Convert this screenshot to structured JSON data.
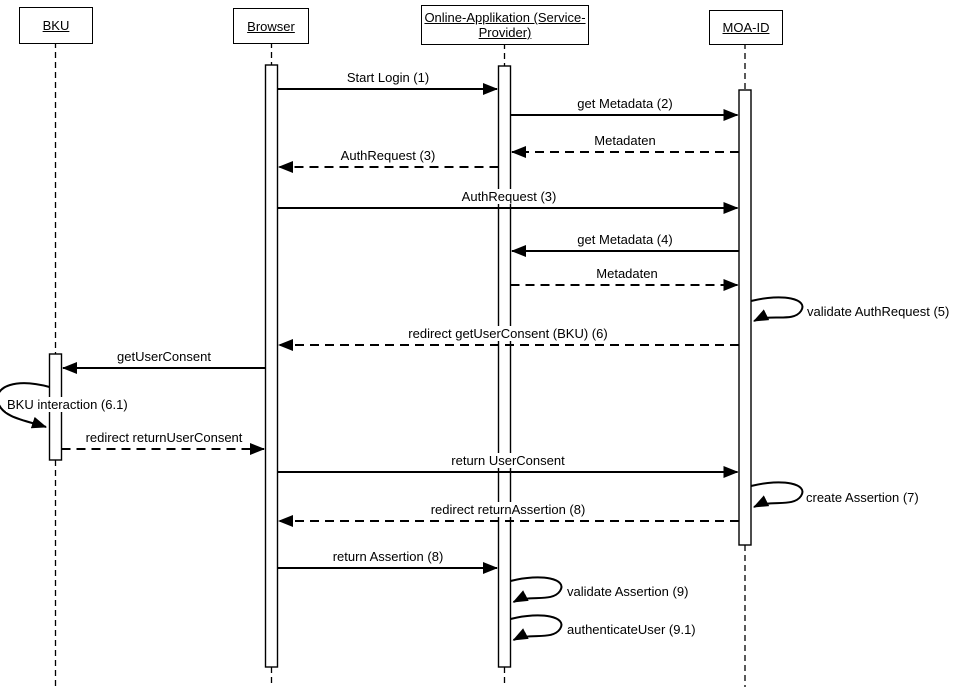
{
  "diagram_type": "uml-sequence-diagram",
  "colors": {
    "line": "#000000",
    "background": "#ffffff"
  },
  "actors": {
    "bku": {
      "label": "BKU"
    },
    "browser": {
      "label": "Browser"
    },
    "online_app": {
      "label_line1": "Online-Applikation (Service-",
      "label_line2": "Provider)",
      "label_full": "Online-Applikation (Service-Provider)"
    },
    "moa_id": {
      "label": "MOA-ID"
    }
  },
  "messages": {
    "start_login": {
      "label": "Start Login (1)",
      "from": "browser",
      "to": "online_app",
      "line": "solid"
    },
    "get_metadata_2": {
      "label": "get Metadata (2)",
      "from": "online_app",
      "to": "moa_id",
      "line": "solid"
    },
    "metadaten_1": {
      "label": "Metadaten",
      "from": "moa_id",
      "to": "online_app",
      "line": "dashed"
    },
    "auth_request_3_redirect": {
      "label": "AuthRequest (3)",
      "from": "online_app",
      "to": "browser",
      "line": "dashed"
    },
    "auth_request_3": {
      "label": "AuthRequest (3)",
      "from": "browser",
      "to": "moa_id",
      "line": "solid"
    },
    "get_metadata_4": {
      "label": "get Metadata (4)",
      "from": "moa_id",
      "to": "online_app",
      "line": "solid"
    },
    "metadaten_2": {
      "label": "Metadaten",
      "from": "online_app",
      "to": "moa_id",
      "line": "dashed"
    },
    "validate_auth_request": {
      "label": "validate AuthRequest (5)",
      "from": "moa_id",
      "to": "moa_id",
      "line": "self"
    },
    "redirect_get_user_consent": {
      "label": "redirect getUserConsent (BKU) (6)",
      "from": "moa_id",
      "to": "browser",
      "line": "dashed"
    },
    "get_user_consent": {
      "label": "getUserConsent",
      "from": "browser",
      "to": "bku",
      "line": "solid"
    },
    "bku_interaction": {
      "label": "BKU interaction (6.1)",
      "from": "bku",
      "to": "bku",
      "line": "self"
    },
    "redirect_return_user_consent": {
      "label": "redirect returnUserConsent",
      "from": "bku",
      "to": "browser",
      "line": "dashed"
    },
    "return_user_consent": {
      "label": "return UserConsent",
      "from": "browser",
      "to": "moa_id",
      "line": "solid"
    },
    "create_assertion": {
      "label": "create Assertion (7)",
      "from": "moa_id",
      "to": "moa_id",
      "line": "self"
    },
    "redirect_return_assertion": {
      "label": "redirect returnAssertion (8)",
      "from": "moa_id",
      "to": "browser",
      "line": "dashed"
    },
    "return_assertion": {
      "label": "return Assertion (8)",
      "from": "browser",
      "to": "online_app",
      "line": "solid"
    },
    "validate_assertion": {
      "label": "validate Assertion (9)",
      "from": "online_app",
      "to": "online_app",
      "line": "self"
    },
    "authenticate_user": {
      "label": "authenticateUser (9.1)",
      "from": "online_app",
      "to": "online_app",
      "line": "self"
    }
  }
}
